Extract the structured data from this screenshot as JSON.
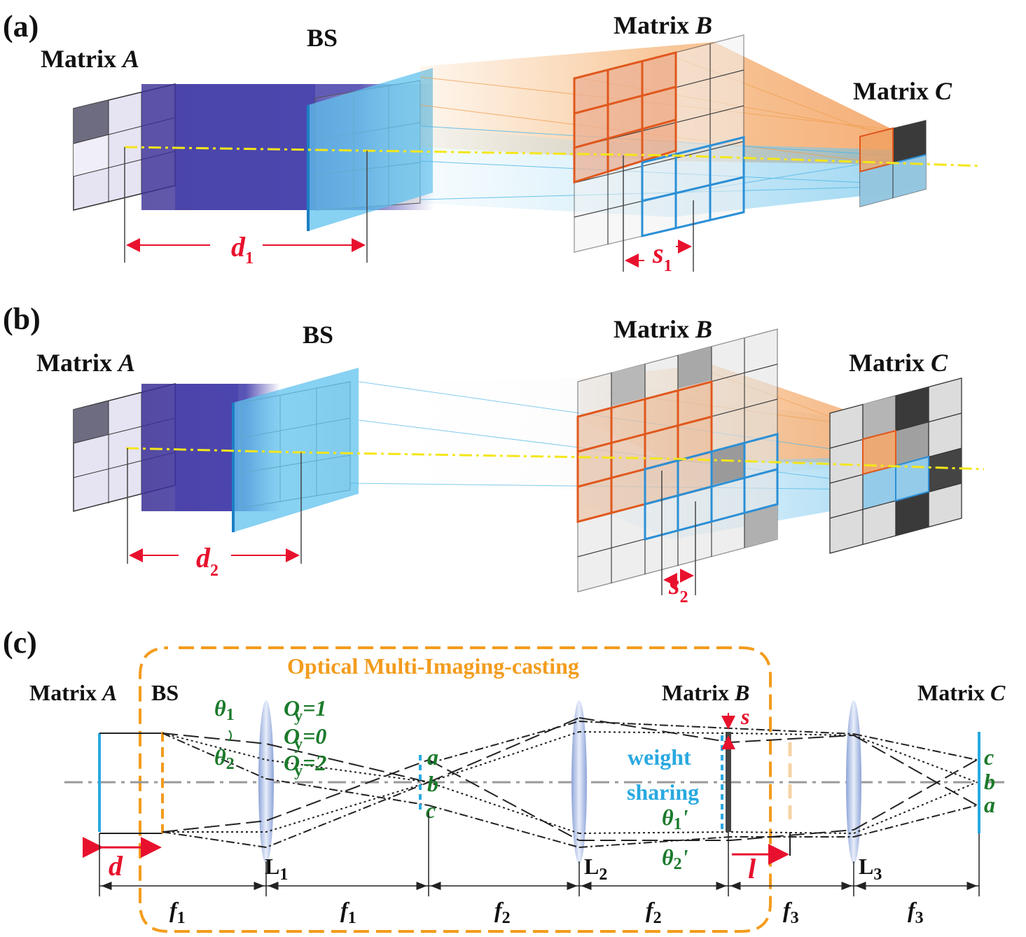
{
  "panels": {
    "a": {
      "label": "(a)",
      "matrix_a": "Matrix ",
      "matrix_a_letter": "A",
      "bs": "BS",
      "matrix_b": "Matrix ",
      "matrix_b_letter": "B",
      "matrix_c": "Matrix ",
      "matrix_c_letter": "C",
      "distance": "d",
      "distance_sub": "1",
      "shift": "s",
      "shift_sub": "1"
    },
    "b": {
      "label": "(b)",
      "matrix_a": "Matrix ",
      "matrix_a_letter": "A",
      "bs": "BS",
      "matrix_b": "Matrix ",
      "matrix_b_letter": "B",
      "matrix_c": "Matrix ",
      "matrix_c_letter": "C",
      "distance": "d",
      "distance_sub": "2",
      "shift": "s",
      "shift_sub": "2"
    },
    "c": {
      "label": "(c)",
      "box_title": "Optical Multi-Imaging-casting",
      "matrix_a": "Matrix ",
      "matrix_a_letter": "A",
      "bs": "BS",
      "matrix_b": "Matrix ",
      "matrix_b_letter": "B",
      "matrix_c": "Matrix ",
      "matrix_c_letter": "C",
      "theta1": "θ",
      "theta1_sub": "1",
      "theta2": "θ",
      "theta2_sub": "2",
      "order1": "O",
      "order1_sub": "y",
      "order1_val": "=1",
      "order2": "O",
      "order2_sub": "y",
      "order2_val": "=0",
      "order3": "O",
      "order3_sub": "y",
      "order3_val": "=2",
      "focal_a": "a",
      "focal_b": "b",
      "focal_c": "c",
      "weight": "weight",
      "sharing": "sharing",
      "theta1p": "θ",
      "theta1p_sub": "1",
      "theta1p_prime": "'",
      "theta2p": "θ",
      "theta2p_sub": "2",
      "theta2p_prime": "'",
      "s_label": "s",
      "out_c": "c",
      "out_b": "b",
      "out_a": "a",
      "lens1": "L",
      "lens1_sub": "1",
      "lens2": "L",
      "lens2_sub": "2",
      "lens3": "L",
      "lens3_sub": "3",
      "d_label": "d",
      "l_label": "l",
      "focal_lengths": [
        {
          "f": "f",
          "sub": "1"
        },
        {
          "f": "f",
          "sub": "1"
        },
        {
          "f": "f",
          "sub": "2"
        },
        {
          "f": "f",
          "sub": "2"
        },
        {
          "f": "f",
          "sub": "3"
        },
        {
          "f": "f",
          "sub": "3"
        }
      ]
    }
  },
  "colors": {
    "purple": "#4b3f9e",
    "cyan": "#2aa9e0",
    "orange": "#f0a050",
    "orange_dark": "#e0581d",
    "red": "#e8112d",
    "yellow": "#f4e61a",
    "green": "#1b7a2b",
    "amber": "#f39c1d"
  }
}
